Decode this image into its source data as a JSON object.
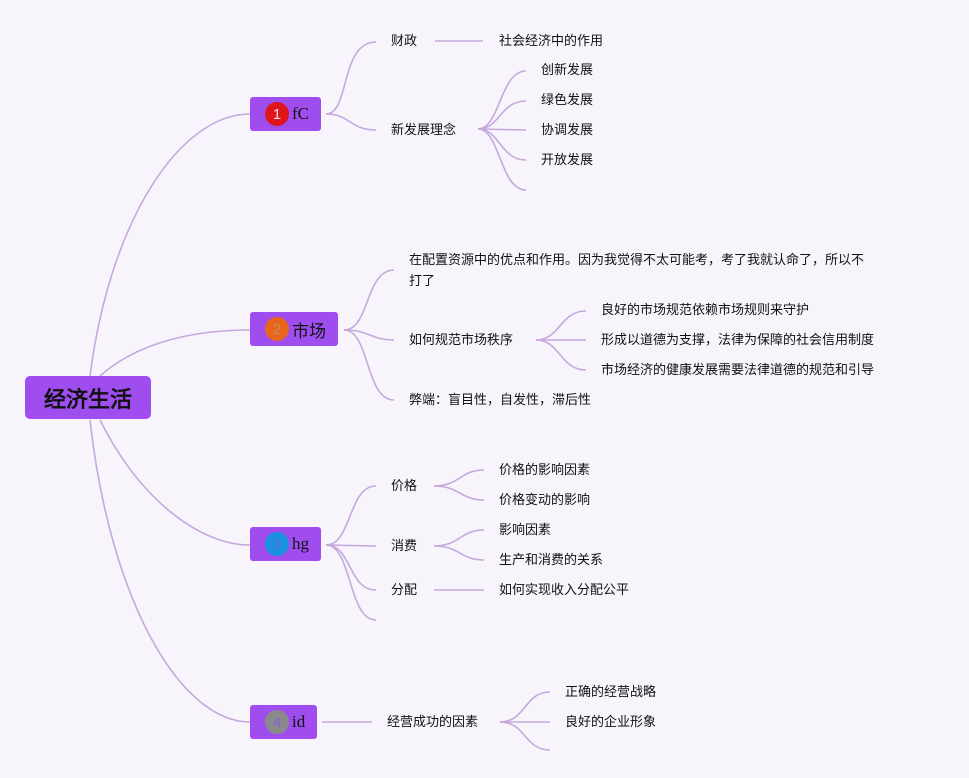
{
  "root": "经济生活",
  "branches": [
    {
      "badge": "1",
      "badge_color": "#e0151b",
      "badge_text_color": "#f4e0e0",
      "label": "fC",
      "children": [
        {
          "label": "财政",
          "children": [
            "社会经济中的作用"
          ]
        },
        {
          "label": "新发展理念",
          "children": [
            "创新发展",
            "绿色发展",
            "协调发展",
            "开放发展",
            ""
          ]
        }
      ]
    },
    {
      "badge": "2",
      "badge_color": "#e8651a",
      "badge_text_color": "#c98a60",
      "label": "市场",
      "children": [
        {
          "label": "在配置资源中的优点和作用。因为我觉得不太可能考，考了我就认命了，所以不",
          "label2": "打了"
        },
        {
          "label": "如何规范市场秩序",
          "children": [
            "良好的市场规范依赖市场规则来守护",
            "形成以道德为支撑，法律为保障的社会信用制度",
            "市场经济的健康发展需要法律道德的规范和引导"
          ]
        },
        {
          "label": "弊端：盲目性，自发性，滞后性"
        }
      ]
    },
    {
      "badge": "3",
      "badge_color": "#1a90e0",
      "badge_text_color": "#5a70d8",
      "label": "hg",
      "children": [
        {
          "label": "价格",
          "children": [
            "价格的影响因素",
            "价格变动的影响"
          ]
        },
        {
          "label": "消费",
          "children": [
            "影响因素",
            "生产和消费的关系"
          ]
        },
        {
          "label": "分配",
          "children": [
            "如何实现收入分配公平"
          ]
        },
        {
          "label": ""
        }
      ]
    },
    {
      "badge": "4",
      "badge_color": "#8a8a8a",
      "badge_text_color": "#8a5ad8",
      "label": "id",
      "children": [
        {
          "label": "经营成功的因素",
          "children": [
            "正确的经营战略",
            "良好的企业形象",
            ""
          ]
        }
      ]
    }
  ],
  "colors": {
    "node": "#a04df0",
    "line": "#c5a8dc",
    "background": "#f8f4fc"
  }
}
